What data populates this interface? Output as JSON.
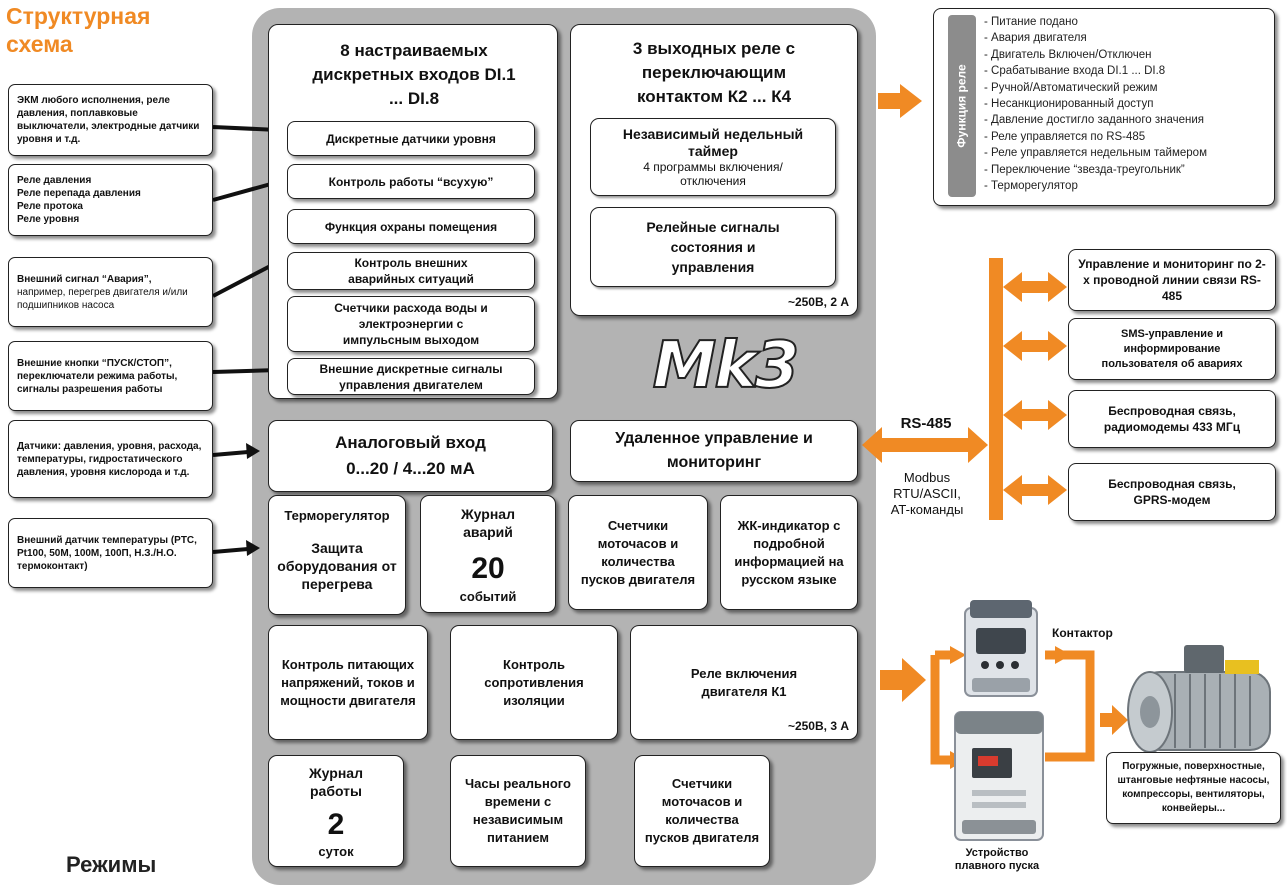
{
  "title": {
    "line1": "Структурная",
    "line2": "схема"
  },
  "footer_title": "Режимы",
  "logo": "Mk3",
  "colors": {
    "accent": "#f08a24",
    "panel": "#b3b3b3",
    "relay_tab": "#8c8c8c"
  },
  "inputs_block": {
    "title": "8 настраиваемых дискретных входов DI.1 ... DI.8",
    "items": [
      "Дискретные датчики уровня",
      "Контроль работы “всухую”",
      "Функция охраны помещения",
      "Контроль внешних аварийных ситуаций",
      "Счетчики расхода воды и электроэнергии с импульсным выходом",
      "Внешние дискретные сигналы управления двигателем"
    ]
  },
  "outputs_block": {
    "title": "3 выходных реле с переключающим контактом К2 ... К4",
    "timer_title": "Независимый недельный таймер",
    "timer_sub": "4 программы включения/отключения",
    "relay_signals": "Релейные сигналы состояния и управления",
    "rating": "~250В, 2 А"
  },
  "analog_block": {
    "line1": "Аналоговый вход",
    "line2": "0...20 / 4...20 мА"
  },
  "remote_block": {
    "text": "Удаленное управление и мониторинг"
  },
  "feature_boxes": {
    "thermo_title": "Терморегулятор",
    "thermo_text": "Защита оборудования от перегрева",
    "alarm_log_title": "Журнал аварий",
    "alarm_log_number": "20",
    "alarm_log_unit": "событий",
    "counters_top": "Счетчики моточасов и количества пусков двигателя",
    "lcd": "ЖК-индикатор с подробной информацией на русском языке",
    "power_control": "Контроль питающих напряжений, токов и мощности двигателя",
    "insulation": "Контроль сопротивления изоляции",
    "k1_relay": "Реле включения двигателя К1",
    "k1_rating": "~250В, 3 А",
    "work_log_title": "Журнал работы",
    "work_log_number": "2",
    "work_log_unit": "суток",
    "rtc": "Часы реального времени с независимым питанием",
    "counters_bottom": "Счетчики моточасов и количества пусков двигателя"
  },
  "left_sources": [
    {
      "bold": "ЭКМ любого исполнения, реле давления, поплавковые выключатели, электродные датчики уровня и т.д.",
      "normal": ""
    },
    {
      "bold": "Реле давления\nРеле перепада давления\nРеле протока\nРеле уровня",
      "normal": ""
    },
    {
      "bold": "Внешний сигнал “Авария”,",
      "normal": "например, перегрев двигателя и/или подшипников насоса"
    },
    {
      "bold": "Внешние кнопки “ПУСК/СТОП”, переключатели режима работы, сигналы разрешения работы",
      "normal": ""
    },
    {
      "bold": "Датчики: давления, уровня, расхода, температуры, гидростатического давления, уровня кислорода и т.д.",
      "normal": ""
    },
    {
      "bold": "Внешний датчик температуры (PTC, Pt100, 50М, 100М, 100П, Н.З./Н.О. термоконтакт)",
      "normal": ""
    }
  ],
  "relay_functions": {
    "tab_label": "Функция реле",
    "items": [
      "- Питание подано",
      "- Авария двигателя",
      "- Двигатель Включен/Отключен",
      "- Срабатывание входа DI.1 ... DI.8",
      "- Ручной/Автоматический режим",
      "- Несанкционированный доступ",
      "- Давление достигло заданного значения",
      "- Реле управляется по RS-485",
      "- Реле управляется недельным таймером",
      "- Переключение “звезда-треугольник”",
      "- Терморегулятор"
    ]
  },
  "rs485": {
    "label": "RS-485",
    "protocols": "Modbus\nRTU/ASCII,\nAT-команды"
  },
  "comm_boxes": [
    "Управление и мониторинг по 2-х проводной линии связи RS-485",
    "SMS-управление и информирование пользователя об авариях",
    "Беспроводная связь, радиомодемы 433 МГц",
    "Беспроводная связь, GPRS-модем"
  ],
  "contactor_label": "Контактор",
  "soft_starter_label": "Устройство плавного пуска",
  "motor_caption": "Погружные, поверхностные, штанговые нефтяные насосы, компрессоры, вентиляторы, конвейеры..."
}
